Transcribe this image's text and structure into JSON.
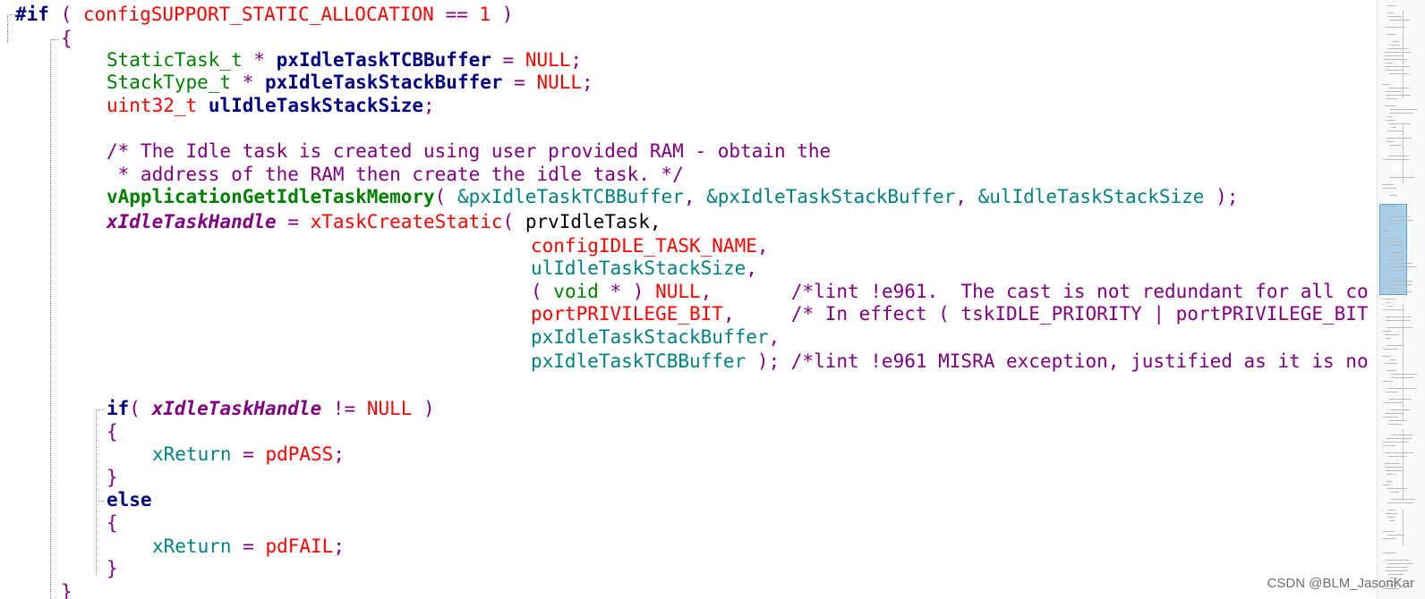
{
  "colors": {
    "preprocessor": "#000080",
    "macro": "#ff0000",
    "type": "#008000",
    "variable": "#000080",
    "function": "#008000",
    "parameter": "#008080",
    "comment": "#800080",
    "keyword": "#000080",
    "plain": "#000000",
    "guide": "#8a8a8a",
    "minimap_viewport": "#9cc7e6"
  },
  "code_lines": [
    [
      {
        "t": "#if",
        "c": "preprocessor",
        "b": true
      },
      {
        "t": " ( ",
        "c": "comment"
      },
      {
        "t": "configSUPPORT_STATIC_ALLOCATION",
        "c": "macro"
      },
      {
        "t": " == ",
        "c": "comment"
      },
      {
        "t": "1",
        "c": "macro"
      },
      {
        "t": " )",
        "c": "comment"
      }
    ],
    [
      {
        "t": "{",
        "c": "comment"
      }
    ],
    [
      {
        "t": "StaticTask_t",
        "c": "type"
      },
      {
        "t": " * ",
        "c": "comment"
      },
      {
        "t": "pxIdleTaskTCBBuffer",
        "c": "variable",
        "b": true
      },
      {
        "t": " = ",
        "c": "comment"
      },
      {
        "t": "NULL",
        "c": "macro"
      },
      {
        "t": ";",
        "c": "comment"
      }
    ],
    [
      {
        "t": "StackType_t",
        "c": "type"
      },
      {
        "t": " * ",
        "c": "comment"
      },
      {
        "t": "pxIdleTaskStackBuffer",
        "c": "variable",
        "b": true
      },
      {
        "t": " = ",
        "c": "comment"
      },
      {
        "t": "NULL",
        "c": "macro"
      },
      {
        "t": ";",
        "c": "comment"
      }
    ],
    [
      {
        "t": "uint32_t",
        "c": "macro"
      },
      {
        "t": " ",
        "c": "comment"
      },
      {
        "t": "ulIdleTaskStackSize",
        "c": "variable",
        "b": true
      },
      {
        "t": ";",
        "c": "comment"
      }
    ],
    [],
    [
      {
        "t": "/* The Idle task is created using user provided RAM - obtain the",
        "c": "comment"
      }
    ],
    [
      {
        "t": " * address of the RAM then create the idle task. */",
        "c": "comment"
      }
    ],
    [
      {
        "t": "vApplicationGetIdleTaskMemory",
        "c": "function",
        "b": true
      },
      {
        "t": "( ",
        "c": "comment"
      },
      {
        "t": "&pxIdleTaskTCBBuffer",
        "c": "parameter"
      },
      {
        "t": ", ",
        "c": "comment"
      },
      {
        "t": "&pxIdleTaskStackBuffer",
        "c": "parameter"
      },
      {
        "t": ", ",
        "c": "comment"
      },
      {
        "t": "&ulIdleTaskStackSize",
        "c": "parameter"
      },
      {
        "t": " );",
        "c": "comment"
      }
    ],
    [
      {
        "t": "xIdleTaskHandle",
        "c": "comment",
        "b": true,
        "i": true
      },
      {
        "t": " = ",
        "c": "comment"
      },
      {
        "t": "xTaskCreateStatic",
        "c": "macro"
      },
      {
        "t": "( ",
        "c": "comment"
      },
      {
        "t": "prvIdleTask,",
        "c": "plain"
      }
    ],
    [
      {
        "t": "configIDLE_TASK_NAME",
        "c": "macro"
      },
      {
        "t": ",",
        "c": "comment"
      }
    ],
    [
      {
        "t": "ulIdleTaskStackSize",
        "c": "parameter"
      },
      {
        "t": ",",
        "c": "comment"
      }
    ],
    [
      {
        "t": "( ",
        "c": "comment"
      },
      {
        "t": "void",
        "c": "type"
      },
      {
        "t": " * ) ",
        "c": "comment"
      },
      {
        "t": "NULL",
        "c": "macro"
      },
      {
        "t": ",       /*lint !e961.  The cast is not redundant for all co",
        "c": "comment"
      }
    ],
    [
      {
        "t": "portPRIVILEGE_BIT",
        "c": "macro"
      },
      {
        "t": ",     /* In effect ( tskIDLE_PRIORITY | portPRIVILEGE_BIT",
        "c": "comment"
      }
    ],
    [
      {
        "t": "pxIdleTaskStackBuffer",
        "c": "parameter"
      },
      {
        "t": ",",
        "c": "comment"
      }
    ],
    [
      {
        "t": "pxIdleTaskTCBBuffer",
        "c": "parameter"
      },
      {
        "t": " ); /*lint !e961 MISRA exception, justified as it is no",
        "c": "comment"
      }
    ],
    [],
    [
      {
        "t": "if",
        "c": "keyword",
        "b": true
      },
      {
        "t": "( ",
        "c": "comment"
      },
      {
        "t": "xIdleTaskHandle",
        "c": "comment",
        "b": true,
        "i": true
      },
      {
        "t": " != ",
        "c": "comment"
      },
      {
        "t": "NULL",
        "c": "macro"
      },
      {
        "t": " )",
        "c": "comment"
      }
    ],
    [
      {
        "t": "{",
        "c": "comment"
      }
    ],
    [
      {
        "t": "xReturn",
        "c": "parameter"
      },
      {
        "t": " = ",
        "c": "comment"
      },
      {
        "t": "pdPASS",
        "c": "macro"
      },
      {
        "t": ";",
        "c": "comment"
      }
    ],
    [
      {
        "t": "}",
        "c": "comment"
      }
    ],
    [
      {
        "t": "else",
        "c": "keyword",
        "b": true
      }
    ],
    [
      {
        "t": "{",
        "c": "comment"
      }
    ],
    [
      {
        "t": "xReturn",
        "c": "parameter"
      },
      {
        "t": " = ",
        "c": "comment"
      },
      {
        "t": "pdFAIL",
        "c": "macro"
      },
      {
        "t": ";",
        "c": "comment"
      }
    ],
    [
      {
        "t": "}",
        "c": "comment"
      }
    ],
    [
      {
        "t": "}",
        "c": "comment"
      }
    ]
  ],
  "watermark": "CSDN @BLM_JasonKar"
}
